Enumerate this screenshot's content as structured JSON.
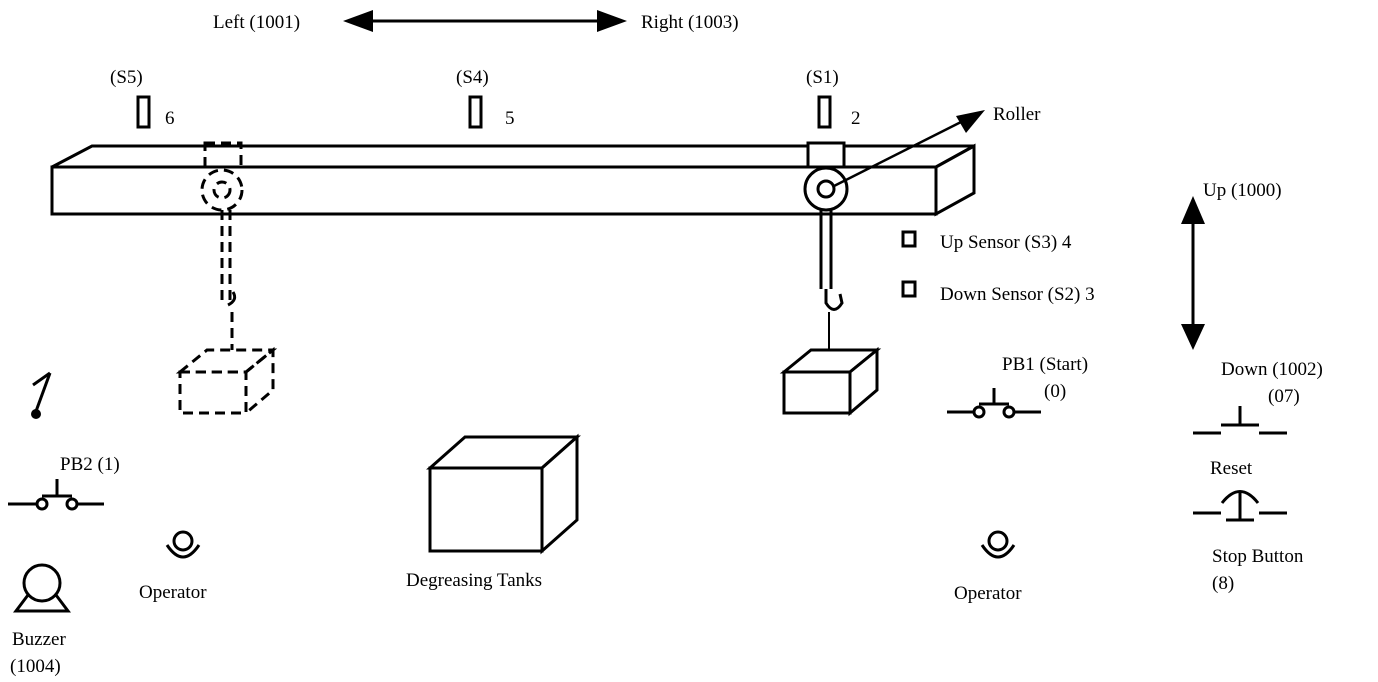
{
  "labels": {
    "left": "Left (1001)",
    "right": "Right (1003)",
    "s5": "(S5)",
    "s4": "(S4)",
    "s1": "(S1)",
    "s5_num": "6",
    "s4_num": "5",
    "s1_num": "2",
    "roller": "Roller",
    "up": "Up (1000)",
    "up_sensor": "Up Sensor (S3) 4",
    "down_sensor": "Down Sensor (S2) 3",
    "pb1": "PB1 (Start)",
    "pb1_num": "(0)",
    "down": "Down (1002)",
    "down_num": "(07)",
    "reset": "Reset",
    "stop": "Stop Button",
    "stop_num": "(8)",
    "pb2": "PB2 (1)",
    "operator_left": "Operator",
    "operator_right": "Operator",
    "tanks": "Degreasing Tanks",
    "buzzer": "Buzzer",
    "buzzer_num": "(1004)"
  },
  "colors": {
    "ink": "#000000",
    "background": "#ffffff"
  },
  "icons": [
    "buzzer-icon",
    "operator-icon",
    "push-button-icon",
    "switch-icon",
    "sensor-icon",
    "hook-icon",
    "roller-icon"
  ]
}
